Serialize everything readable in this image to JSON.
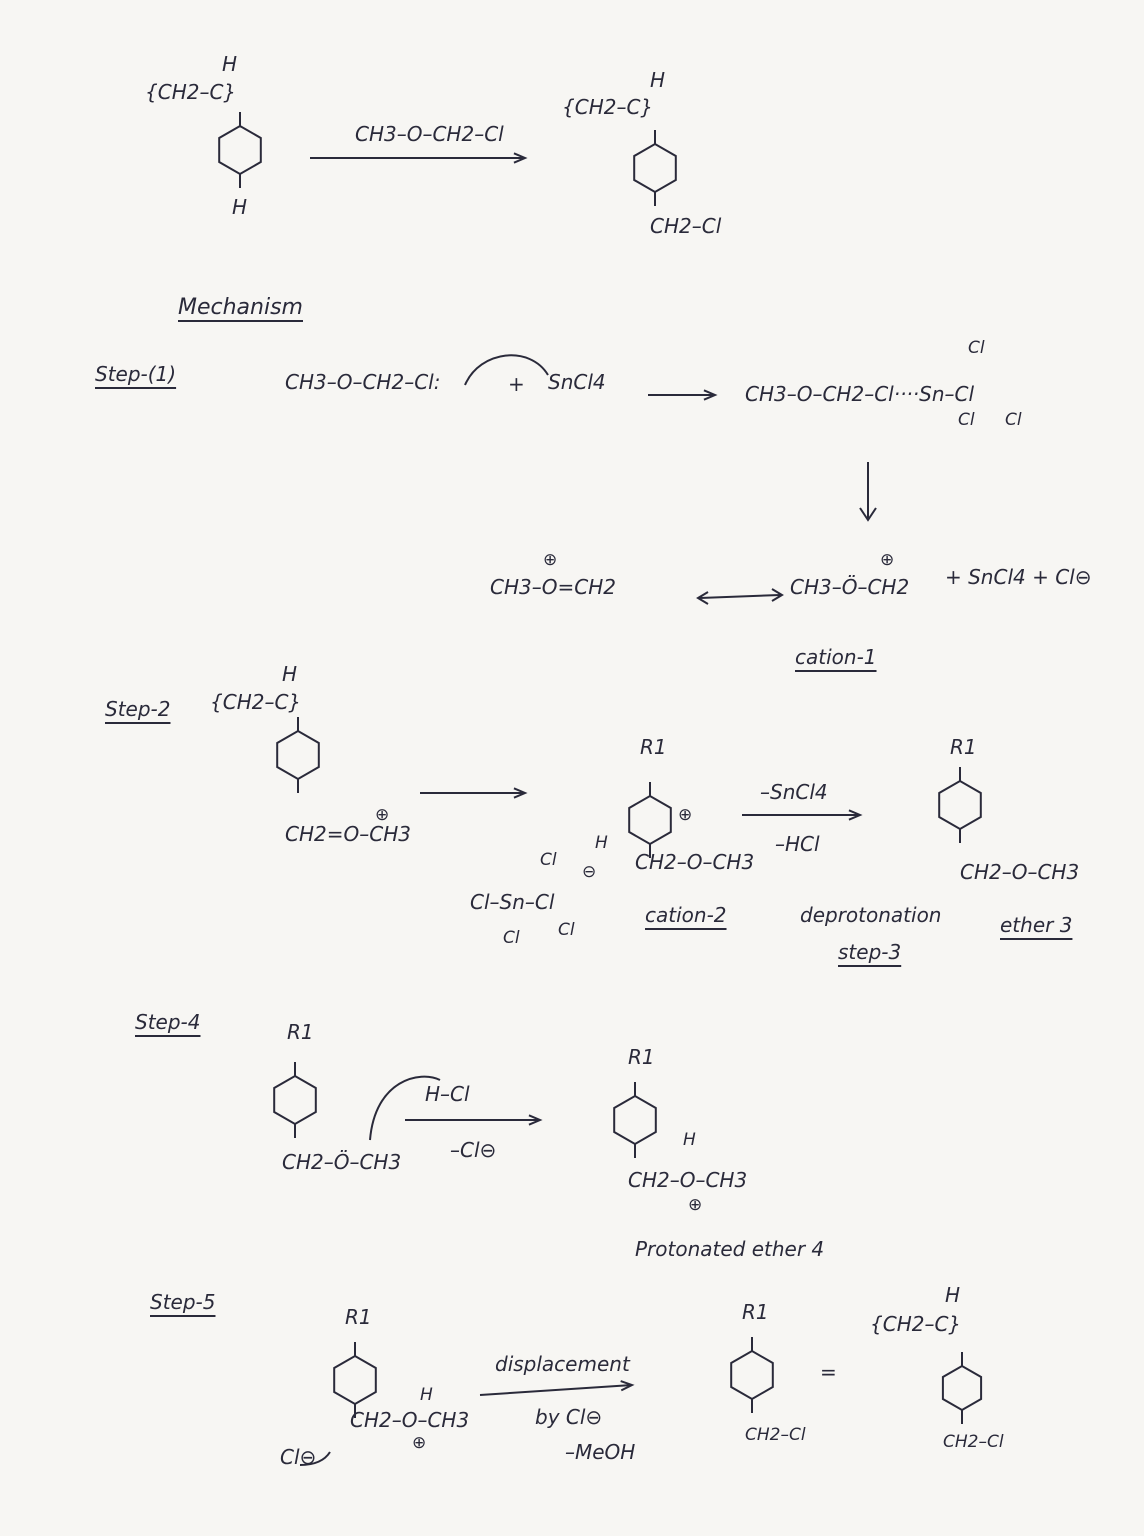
{
  "reaction": {
    "reactant_chain": "{CH2–C}",
    "reactant_h_top": "H",
    "reactant_h_para": "H",
    "reagent": "CH3–O–CH2–Cl",
    "product_chain": "{CH2–C}",
    "product_h_top": "H",
    "product_sub": "CH2–Cl"
  },
  "mechanism_title": "Mechanism",
  "step1": {
    "label": "Step-(1)",
    "reactant": "CH3–O–CH2–Cl:",
    "plus": "+",
    "lewis_acid": "SnCl4",
    "complex": "CH3–O–CH2–Cl····Sn–Cl",
    "complex_cl_top": "Cl",
    "complex_cl_bottom": "Cl",
    "complex_cl_right": "Cl",
    "resonance_left": "CH3–O=CH2",
    "resonance_left_charge": "⊕",
    "resonance_right": "CH3–Ö–CH2",
    "resonance_right_charge": "⊕",
    "byproducts": "+  SnCl4 + Cl⊖",
    "cation_label": "cation-1"
  },
  "step2": {
    "label": "Step-2",
    "chain": "{CH2–C}",
    "h_top": "H",
    "electrophile": "CH2=O–CH3",
    "electrophile_charge": "⊕",
    "r1": "R1",
    "sigma_h": "H",
    "sigma_charge": "⊕",
    "sigma_sub": "CH2–O–CH3",
    "sncl5": "Cl–Sn–Cl",
    "sncl5_top": "Cl",
    "sncl5_bottom": "Cl",
    "sncl5_right": "Cl",
    "sncl5_charge": "⊖",
    "cation_label": "cation-2",
    "arrow_top": "–SnCl4",
    "arrow_bottom": "–HCl",
    "product_r1": "R1",
    "product_sub": "CH2–O–CH3",
    "deprotonation": "deprotonation",
    "step3_label": "step-3",
    "ether_label": "ether 3"
  },
  "step4": {
    "label": "Step-4",
    "r1": "R1",
    "reactant_sub": "CH2–Ö–CH3",
    "hcl": "H–Cl",
    "arrow_bottom": "–Cl⊖",
    "product_r1": "R1",
    "product_sub": "CH2–O–CH3",
    "product_h": "H",
    "product_charge": "⊕",
    "product_label": "Protonated ether 4"
  },
  "step5": {
    "label": "Step-5",
    "r1": "R1",
    "reactant_sub": "CH2–O–CH3",
    "reactant_h": "H",
    "reactant_charge": "⊕",
    "nucleophile": "Cl⊖",
    "arrow_top": "displacement",
    "arrow_bottom": "by Cl⊖",
    "arrow_loss": "–MeOH",
    "product_r1": "R1",
    "product_sub": "CH2–Cl",
    "equals": "=",
    "polymer_chain": "{CH2–C}",
    "polymer_h": "H",
    "polymer_sub": "CH2–Cl"
  }
}
